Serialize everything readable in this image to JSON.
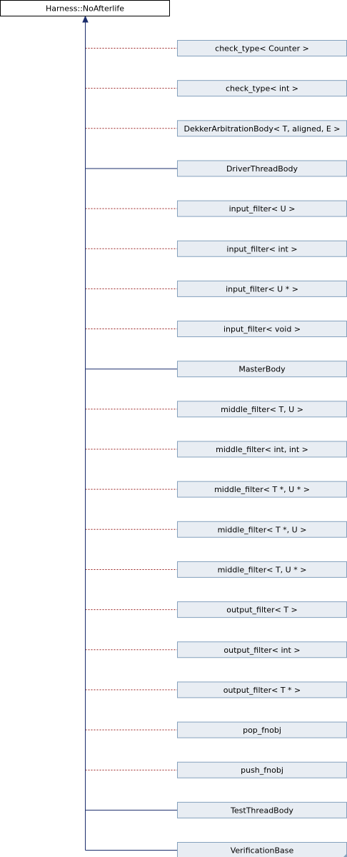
{
  "diagram": {
    "base_class": "Harness::NoAfterlife",
    "colors": {
      "base_fill": "#ffffff",
      "base_border": "#000000",
      "node_fill": "#e8edf3",
      "node_border": "#84a1bd",
      "solid_edge": "#1b2d6b",
      "dotted_edge": "#9a2020"
    },
    "derived_classes": [
      {
        "label": "check_type< Counter >",
        "link": "dotted"
      },
      {
        "label": "check_type< int >",
        "link": "dotted"
      },
      {
        "label": "DekkerArbitrationBody< T, aligned, E >",
        "link": "dotted"
      },
      {
        "label": "DriverThreadBody",
        "link": "solid"
      },
      {
        "label": "input_filter< U >",
        "link": "dotted"
      },
      {
        "label": "input_filter< int >",
        "link": "dotted"
      },
      {
        "label": "input_filter< U * >",
        "link": "dotted"
      },
      {
        "label": "input_filter< void >",
        "link": "dotted"
      },
      {
        "label": "MasterBody",
        "link": "solid"
      },
      {
        "label": "middle_filter< T, U >",
        "link": "dotted"
      },
      {
        "label": "middle_filter< int, int >",
        "link": "dotted"
      },
      {
        "label": "middle_filter< T *, U * >",
        "link": "dotted"
      },
      {
        "label": "middle_filter< T *, U >",
        "link": "dotted"
      },
      {
        "label": "middle_filter< T, U * >",
        "link": "dotted"
      },
      {
        "label": "output_filter< T >",
        "link": "dotted"
      },
      {
        "label": "output_filter< int >",
        "link": "dotted"
      },
      {
        "label": "output_filter< T * >",
        "link": "dotted"
      },
      {
        "label": "pop_fnobj",
        "link": "dotted"
      },
      {
        "label": "push_fnobj",
        "link": "dotted"
      },
      {
        "label": "TestThreadBody",
        "link": "solid"
      },
      {
        "label": "VerificationBase",
        "link": "solid"
      }
    ]
  }
}
